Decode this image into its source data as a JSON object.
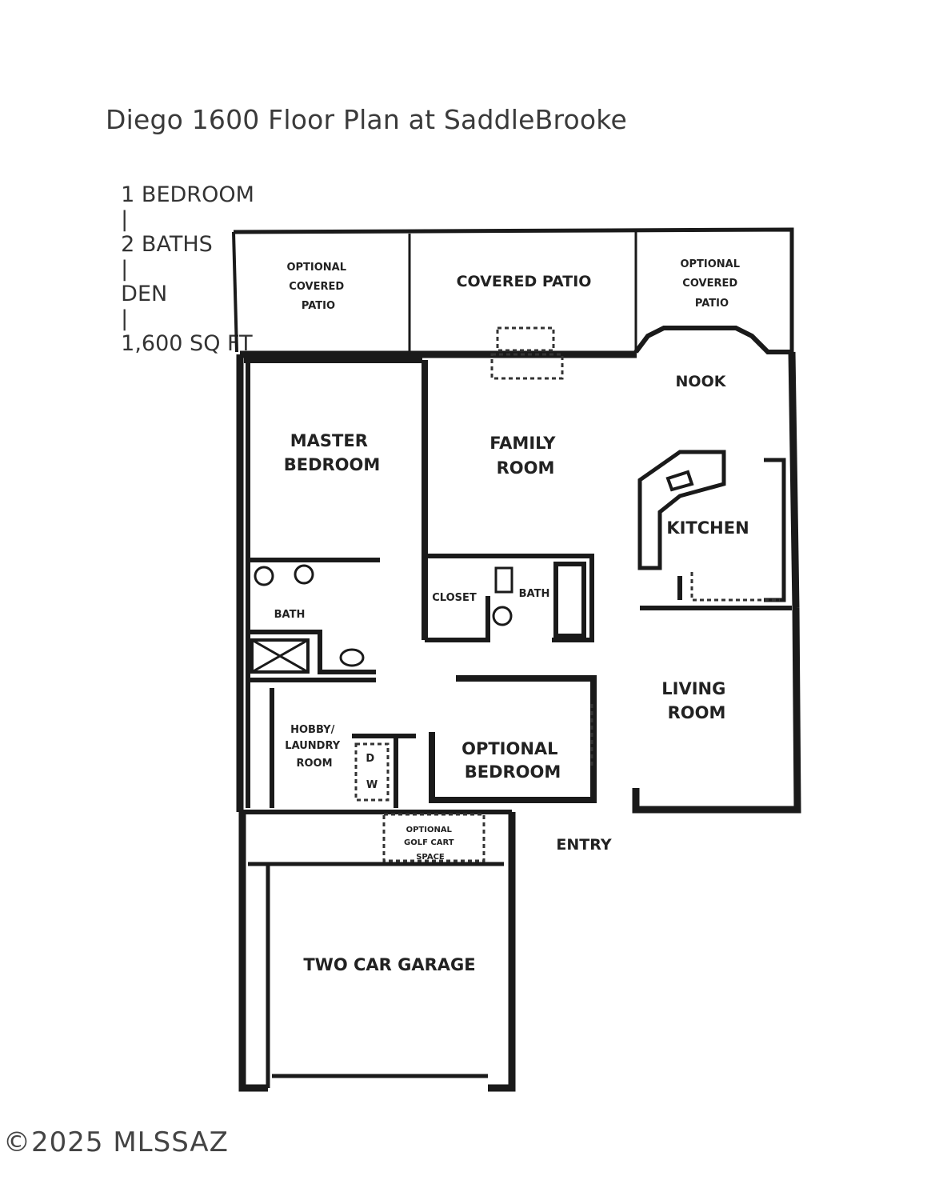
{
  "header": {
    "title": "Diego 1600 Floor Plan at SaddleBrooke",
    "subtitle_parts": [
      "1 BEDROOM",
      "2 BATHS",
      "DEN",
      "1,600 SQ FT"
    ],
    "separator": "|"
  },
  "rooms": {
    "optional_patio_left": [
      "OPTIONAL",
      "COVERED",
      "PATIO"
    ],
    "covered_patio": "COVERED PATIO",
    "optional_patio_right": [
      "OPTIONAL",
      "COVERED",
      "PATIO"
    ],
    "nook": "NOOK",
    "master_bedroom": [
      "MASTER",
      "BEDROOM"
    ],
    "family_room": [
      "FAMILY",
      "ROOM"
    ],
    "kitchen": "KITCHEN",
    "closet": "CLOSET",
    "bath_upper": "BATH",
    "bath_master": "BATH",
    "living_room": [
      "LIVING",
      "ROOM"
    ],
    "hobby_laundry": [
      "HOBBY/",
      "LAUNDRY",
      "ROOM"
    ],
    "dw": [
      "D",
      "W"
    ],
    "optional_bedroom": [
      "OPTIONAL",
      "BEDROOM"
    ],
    "golf_cart": [
      "OPTIONAL",
      "GOLF CART",
      "SPACE"
    ],
    "entry": "ENTRY",
    "garage": "TWO CAR GARAGE"
  },
  "footer": {
    "copyright": "©2025 MLSSAZ"
  }
}
